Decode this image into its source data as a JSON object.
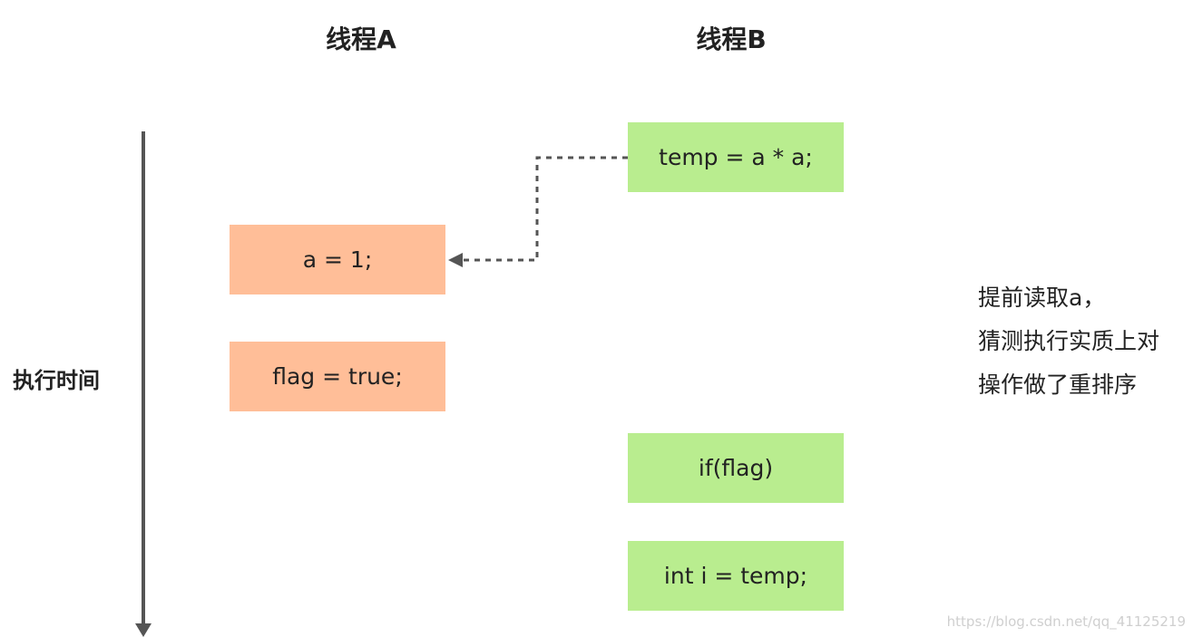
{
  "headers": {
    "thread_a": "线程A",
    "thread_b": "线程B"
  },
  "time_axis": {
    "label": "执行时间"
  },
  "thread_a_ops": [
    "a = 1;",
    "flag = true;"
  ],
  "thread_b_ops": [
    "temp = a * a;",
    "if(flag)",
    "int i = temp;"
  ],
  "note": {
    "lines": [
      "提前读取a，",
      "猜测执行实质上对",
      "操作做了重排序"
    ]
  },
  "watermark": "https://blog.csdn.net/qq_41125219",
  "colors": {
    "thread_a_box": "#ffbe98",
    "thread_b_box": "#b9ed8f",
    "axis": "#555555",
    "dashed_connector": "#555555"
  }
}
